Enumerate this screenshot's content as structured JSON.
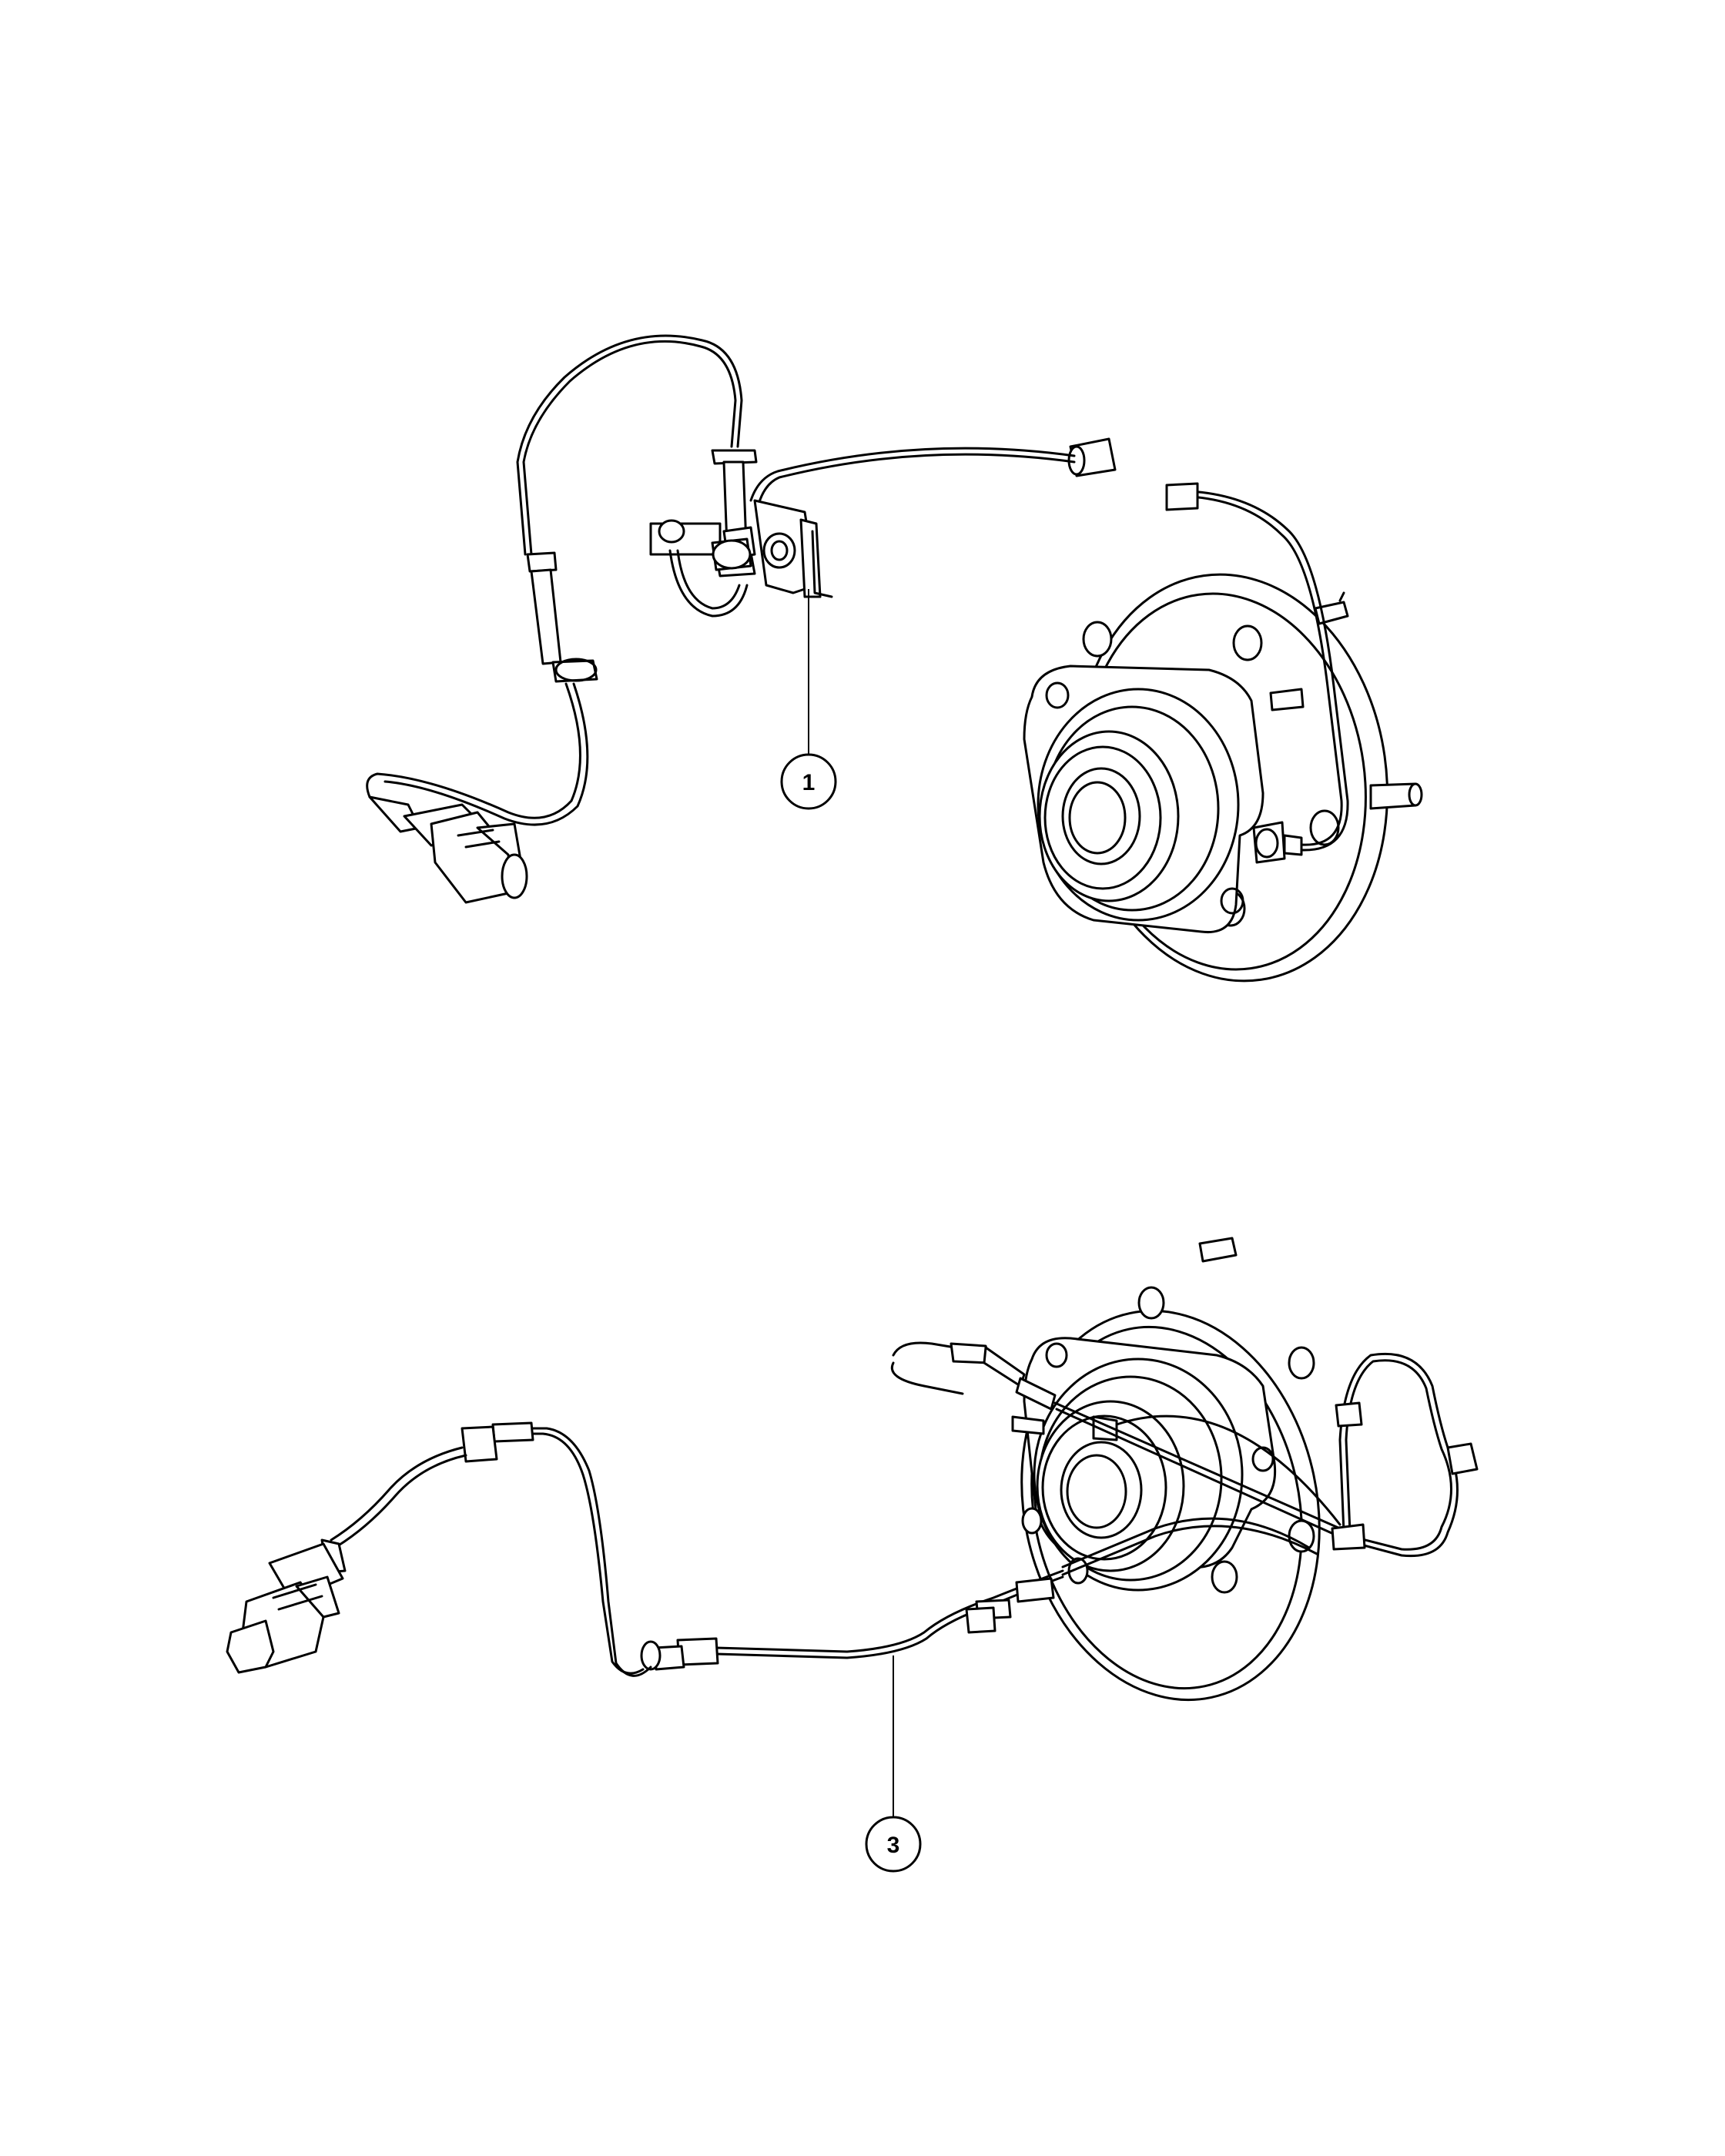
{
  "callouts": [
    {
      "id": "callout-1",
      "label": "1"
    },
    {
      "id": "callout-3",
      "label": "3"
    }
  ]
}
